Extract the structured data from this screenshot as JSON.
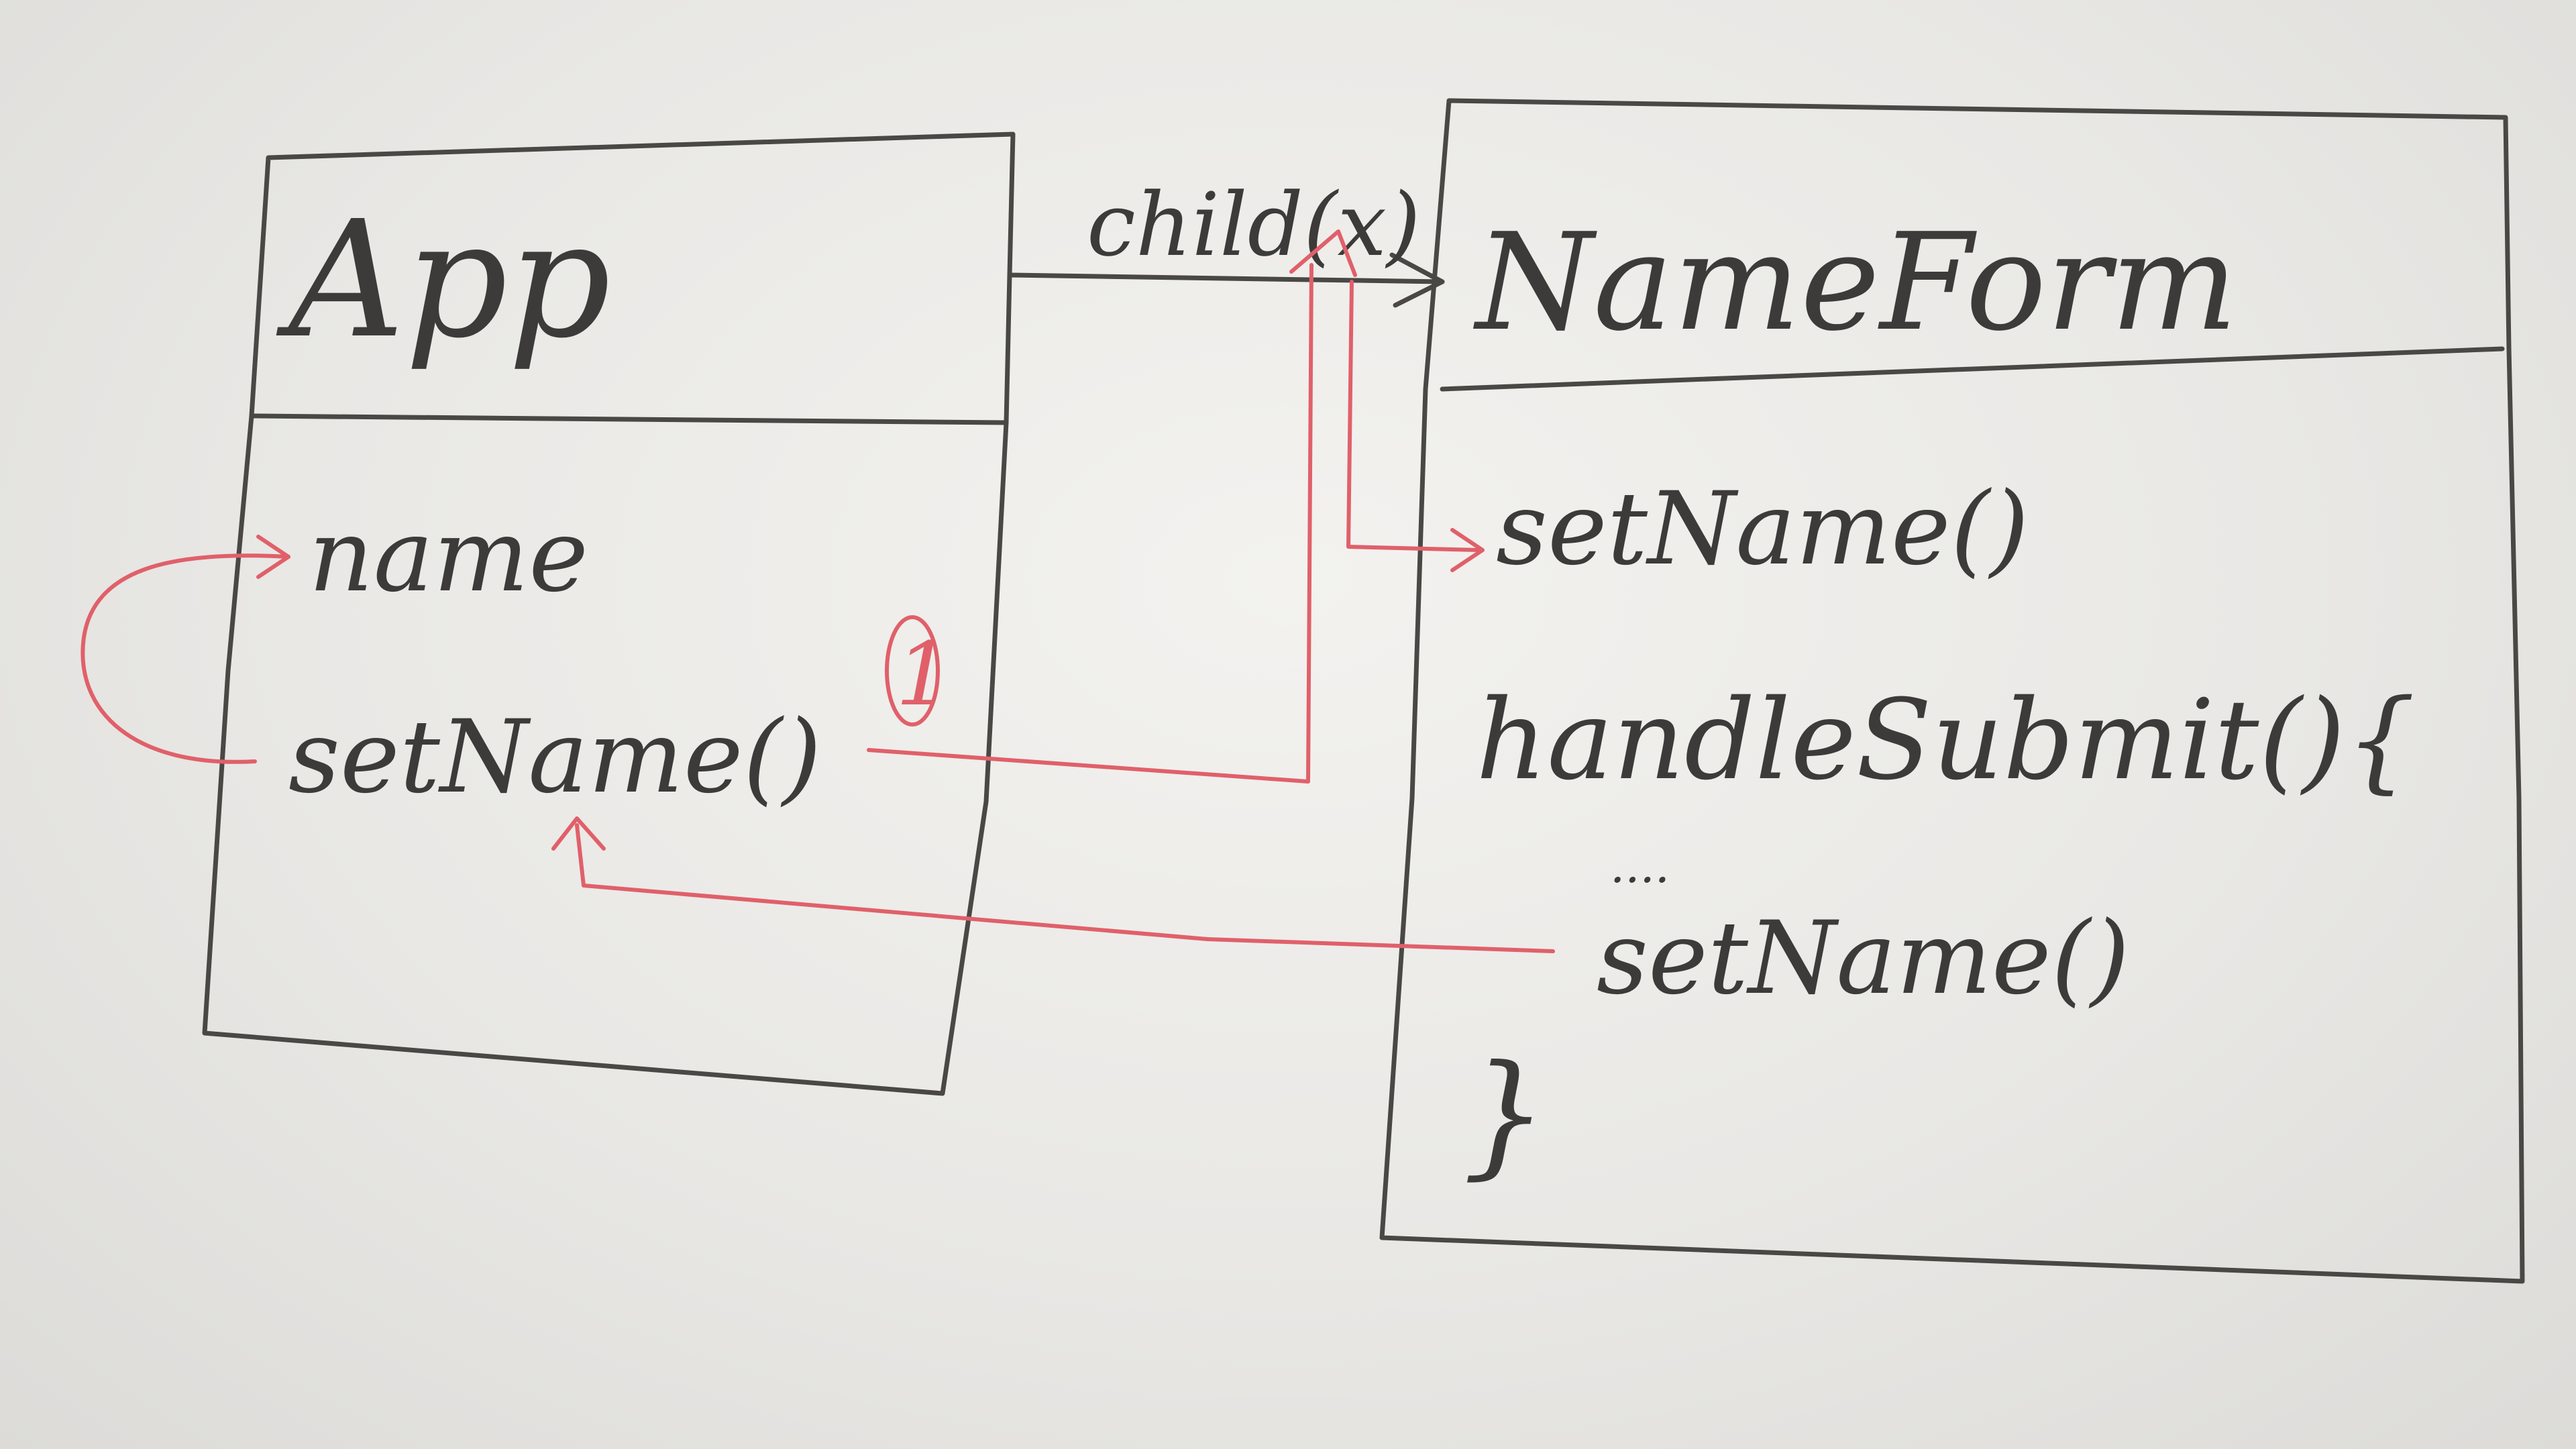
{
  "app_box": {
    "title": "App",
    "fields": [
      "name",
      "setName()"
    ],
    "badge": "1"
  },
  "connector": {
    "label": "child(x)"
  },
  "nameform_box": {
    "title": "NameForm",
    "lines": [
      "setName()",
      "handleSubmit(){",
      "....",
      "setName()",
      "}"
    ]
  },
  "colors": {
    "ink": "#4a4845",
    "red_marker": "#e0606a",
    "board": "#eeedea"
  }
}
